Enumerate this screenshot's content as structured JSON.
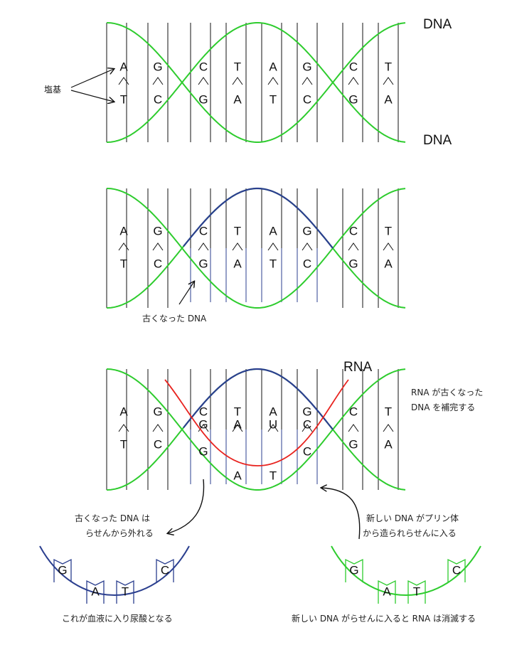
{
  "colors": {
    "strand": "#2ecc2e",
    "old_strand": "#2b3f8f",
    "rna": "#e8231f",
    "rung": "#111111"
  },
  "panel1": {
    "top_label": "DNA",
    "bottom_label": "DNA",
    "base_label": "塩基",
    "top_bases": [
      "A",
      "G",
      "C",
      "T",
      "A",
      "G",
      "C",
      "T"
    ],
    "bottom_bases": [
      "T",
      "C",
      "G",
      "A",
      "T",
      "C",
      "G",
      "A"
    ]
  },
  "panel2": {
    "top_bases": [
      "A",
      "G",
      "C",
      "T",
      "A",
      "G",
      "C",
      "T"
    ],
    "bottom_bases": [
      "T",
      "C",
      "G",
      "A",
      "T",
      "C",
      "G",
      "A"
    ],
    "old_dna_label": "古くなった DNA"
  },
  "panel3": {
    "rna_label": "RNA",
    "top_bases": [
      "A",
      "G",
      "C",
      "T",
      "A",
      "G",
      "C",
      "T"
    ],
    "rna_bases": [
      "G",
      "A",
      "U",
      "C"
    ],
    "bottom_bases_left": [
      "T",
      "C"
    ],
    "bottom_bases_right": [
      "G",
      "A"
    ],
    "falling_bases": [
      "G",
      "A",
      "T",
      "C"
    ],
    "note_line1": "RNA が古くなった",
    "note_line2": "DNA を補完する"
  },
  "panel4": {
    "left_note_line1": "古くなった DNA は",
    "left_note_line2": "らせんから外れる",
    "right_note_line1": "新しい DNA がプリン体",
    "right_note_line2": "から造られらせんに入る",
    "left_bases": [
      "G",
      "A",
      "T",
      "C"
    ],
    "right_bases": [
      "G",
      "A",
      "T",
      "C"
    ],
    "left_caption": "これが血液に入り尿酸となる",
    "right_caption": "新しい DNA がらせんに入ると RNA は消滅する"
  }
}
